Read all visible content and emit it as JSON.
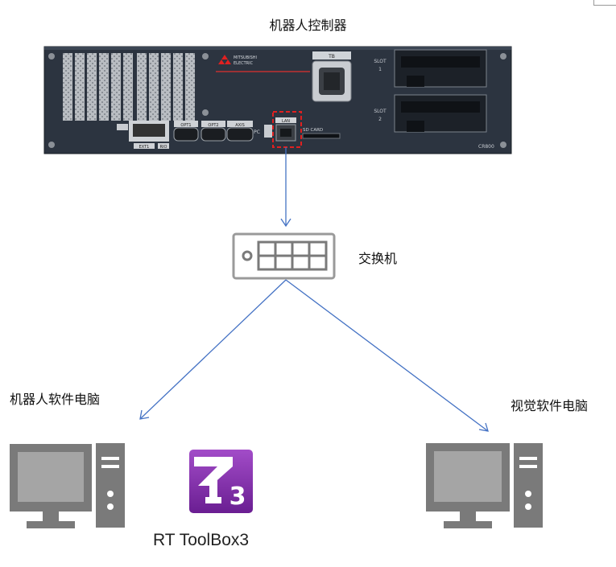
{
  "labels": {
    "controller": "机器人控制器",
    "switch": "交换机",
    "robot_pc": "机器人软件电脑",
    "vision_pc": "视觉软件电脑",
    "software": "RT ToolBox3"
  },
  "controller_panel": {
    "brand_line1": "MITSUBISHI",
    "brand_line2": "ELECTRIC",
    "tb": "TB",
    "slot1_line1": "SLOT",
    "slot1_line2": "1",
    "slot2_line1": "SLOT",
    "slot2_line2": "2",
    "lan": "LAN",
    "sd_card": "SD CARD",
    "opt1": "OPT1",
    "opt2": "OPT2",
    "axis": "AXIS",
    "ext1": "EXT1",
    "rio": "RIO",
    "pc": "PC",
    "model": "CR800"
  },
  "colors": {
    "connector": "#4472c4",
    "lan_highlight": "#e02020",
    "controller_body": "#2c3440",
    "software_icon": "#7a2aa0"
  }
}
